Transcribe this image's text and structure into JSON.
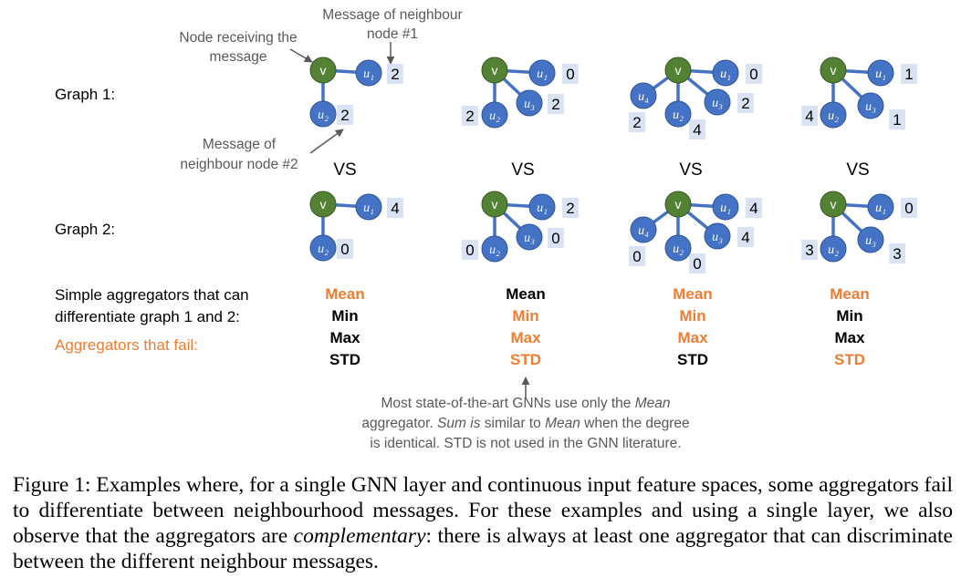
{
  "labels": {
    "graph1": "Graph 1:",
    "graph2": "Graph 2:",
    "vs": "VS",
    "node_receiving_line1": "Node receiving the",
    "node_receiving_line2": "message",
    "msg_n1_line1": "Message of neighbour",
    "msg_n1_line2": "node #1",
    "msg_n2_line1": "Message of",
    "msg_n2_line2": "neighbour node #2",
    "simple_line1": "Simple aggregators that can",
    "simple_line2": "differentiate graph 1 and 2:",
    "fail": "Aggregators that fail:"
  },
  "node_labels": {
    "v": "v",
    "u1": "u₁",
    "u2": "u₂",
    "u3": "u₃",
    "u4": "u₄"
  },
  "graphs": [
    {
      "g1": {
        "u1": "2",
        "u2": "2"
      },
      "g2": {
        "u1": "4",
        "u2": "0"
      },
      "aggregators": [
        {
          "name": "Mean",
          "fail": true
        },
        {
          "name": "Min",
          "fail": false
        },
        {
          "name": "Max",
          "fail": false
        },
        {
          "name": "STD",
          "fail": false
        }
      ]
    },
    {
      "g1": {
        "u1": "0",
        "u2": "2",
        "u3": "2"
      },
      "g2": {
        "u1": "2",
        "u2": "0",
        "u3": "0"
      },
      "aggregators": [
        {
          "name": "Mean",
          "fail": false
        },
        {
          "name": "Min",
          "fail": true
        },
        {
          "name": "Max",
          "fail": true
        },
        {
          "name": "STD",
          "fail": true
        }
      ]
    },
    {
      "g1": {
        "u1": "0",
        "u2": "4",
        "u3": "2",
        "u4": "2"
      },
      "g2": {
        "u1": "4",
        "u2": "0",
        "u3": "4",
        "u4": "0"
      },
      "aggregators": [
        {
          "name": "Mean",
          "fail": true
        },
        {
          "name": "Min",
          "fail": true
        },
        {
          "name": "Max",
          "fail": true
        },
        {
          "name": "STD",
          "fail": false
        }
      ]
    },
    {
      "g1": {
        "u1": "1",
        "u2": "4",
        "u3": "1"
      },
      "g2": {
        "u1": "0",
        "u2": "3",
        "u3": "3"
      },
      "aggregators": [
        {
          "name": "Mean",
          "fail": true
        },
        {
          "name": "Min",
          "fail": false
        },
        {
          "name": "Max",
          "fail": false
        },
        {
          "name": "STD",
          "fail": true
        }
      ]
    }
  ],
  "note": {
    "l1_pre": "Most state-of-the-art GNNs use only the ",
    "l1_em": "Mean",
    "l2_pre": "aggregator. ",
    "l2_em1": "Sum is",
    "l2_mid": " similar to ",
    "l2_em2": "Mean",
    "l2_post": " when the degree",
    "l3": "is identical. STD is not used in the GNN literature."
  },
  "caption": {
    "part1": "Figure 1: Examples where, for a single GNN layer and continuous input feature spaces, some aggregators fail to differentiate between neighbourhood messages. For these examples and using a single layer, we also observe that the aggregators are ",
    "emph": "complementary",
    "part2": ": there is always at least one aggregator that can discriminate between the different neighbour messages."
  },
  "colors": {
    "node_v": "#548235",
    "node_u": "#4472c4",
    "node_outline": "#2f5597",
    "edge": "#4472c4",
    "value_box": "#dae3f3",
    "fail_text": "#ed7d31",
    "annotation_text": "#595959"
  }
}
